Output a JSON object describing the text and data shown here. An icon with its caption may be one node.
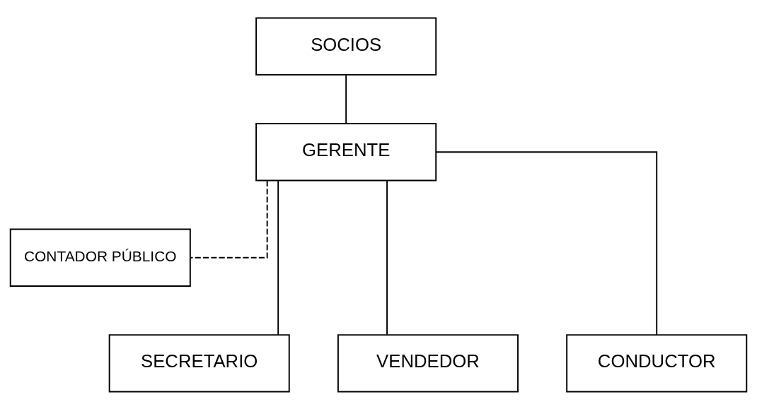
{
  "diagram": {
    "nodes": [
      {
        "text": [
          "SOCIOS"
        ]
      },
      {
        "text": [
          "GERENTE"
        ]
      },
      {
        "text": [
          "CONTADOR PÚBLICO"
        ]
      },
      {
        "text": [
          "SECRETARIO"
        ]
      },
      {
        "text": [
          "VENDEDOR"
        ]
      },
      {
        "text": [
          "CONDUCTOR"
        ]
      }
    ],
    "edges": [
      {
        "from": 0,
        "to": 1,
        "arrow": "none"
      },
      {
        "from": 1,
        "to": 2,
        "arrow": "none",
        "style": "dashed"
      },
      {
        "from": 1,
        "to": 3,
        "arrow": "none"
      },
      {
        "from": 1,
        "to": 4,
        "arrow": "none"
      },
      {
        "from": 1,
        "to": 5,
        "arrow": "none"
      }
    ]
  }
}
